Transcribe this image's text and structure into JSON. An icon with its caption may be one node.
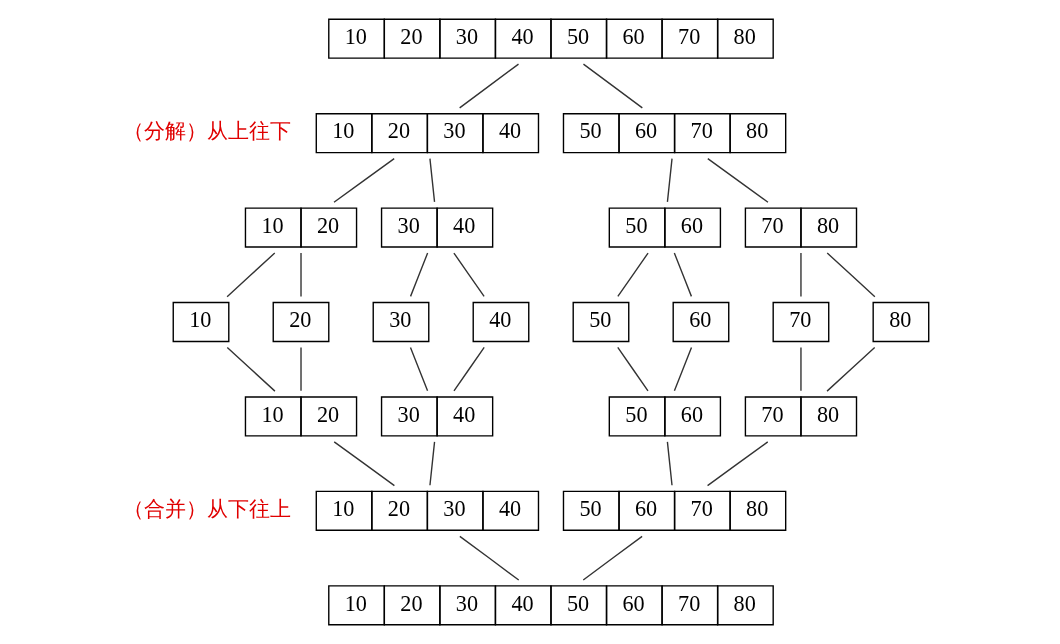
{
  "diagram": {
    "nodes": [
      {
        "text": [
          "10",
          "20",
          "30",
          "40",
          "50",
          "60",
          "70",
          "80"
        ]
      },
      {
        "text": [
          "10",
          "20",
          "30",
          "40"
        ]
      },
      {
        "text": [
          "50",
          "60",
          "70",
          "80"
        ]
      },
      {
        "text": [
          "10",
          "20"
        ]
      },
      {
        "text": [
          "30",
          "40"
        ]
      },
      {
        "text": [
          "50",
          "60"
        ]
      },
      {
        "text": [
          "70",
          "80"
        ]
      },
      {
        "text": [
          "10"
        ]
      },
      {
        "text": [
          "20"
        ]
      },
      {
        "text": [
          "30"
        ]
      },
      {
        "text": [
          "40"
        ]
      },
      {
        "text": [
          "50"
        ]
      },
      {
        "text": [
          "60"
        ]
      },
      {
        "text": [
          "70"
        ]
      },
      {
        "text": [
          "80"
        ]
      },
      {
        "text": [
          "10",
          "20"
        ]
      },
      {
        "text": [
          "30",
          "40"
        ]
      },
      {
        "text": [
          "50",
          "60"
        ]
      },
      {
        "text": [
          "70",
          "80"
        ]
      },
      {
        "text": [
          "10",
          "20",
          "30",
          "40"
        ]
      },
      {
        "text": [
          "50",
          "60",
          "70",
          "80"
        ]
      },
      {
        "text": [
          "10",
          "20",
          "30",
          "40",
          "50",
          "60",
          "70",
          "80"
        ]
      }
    ],
    "edges": [
      {
        "from": 0,
        "to": 1,
        "arrow": "none"
      },
      {
        "from": 0,
        "to": 2,
        "arrow": "none"
      },
      {
        "from": 1,
        "to": 3,
        "arrow": "none"
      },
      {
        "from": 1,
        "to": 4,
        "arrow": "none"
      },
      {
        "from": 2,
        "to": 5,
        "arrow": "none"
      },
      {
        "from": 2,
        "to": 6,
        "arrow": "none"
      },
      {
        "from": 3,
        "to": 7,
        "arrow": "none"
      },
      {
        "from": 3,
        "to": 8,
        "arrow": "none"
      },
      {
        "from": 4,
        "to": 9,
        "arrow": "none"
      },
      {
        "from": 4,
        "to": 10,
        "arrow": "none"
      },
      {
        "from": 5,
        "to": 11,
        "arrow": "none"
      },
      {
        "from": 5,
        "to": 12,
        "arrow": "none"
      },
      {
        "from": 6,
        "to": 13,
        "arrow": "none"
      },
      {
        "from": 6,
        "to": 14,
        "arrow": "none"
      },
      {
        "from": 7,
        "to": 15,
        "arrow": "none"
      },
      {
        "from": 8,
        "to": 15,
        "arrow": "none"
      },
      {
        "from": 9,
        "to": 16,
        "arrow": "none"
      },
      {
        "from": 10,
        "to": 16,
        "arrow": "none"
      },
      {
        "from": 11,
        "to": 17,
        "arrow": "none"
      },
      {
        "from": 12,
        "to": 17,
        "arrow": "none"
      },
      {
        "from": 13,
        "to": 18,
        "arrow": "none"
      },
      {
        "from": 14,
        "to": 18,
        "arrow": "none"
      },
      {
        "from": 15,
        "to": 19,
        "arrow": "none"
      },
      {
        "from": 16,
        "to": 19,
        "arrow": "none"
      },
      {
        "from": 17,
        "to": 20,
        "arrow": "none"
      },
      {
        "from": 18,
        "to": 20,
        "arrow": "none"
      },
      {
        "from": 19,
        "to": 21,
        "arrow": "none"
      },
      {
        "from": 20,
        "to": 21,
        "arrow": "none"
      }
    ],
    "labels": [
      "（分解）从上往下",
      "（合并）从下往上"
    ]
  }
}
